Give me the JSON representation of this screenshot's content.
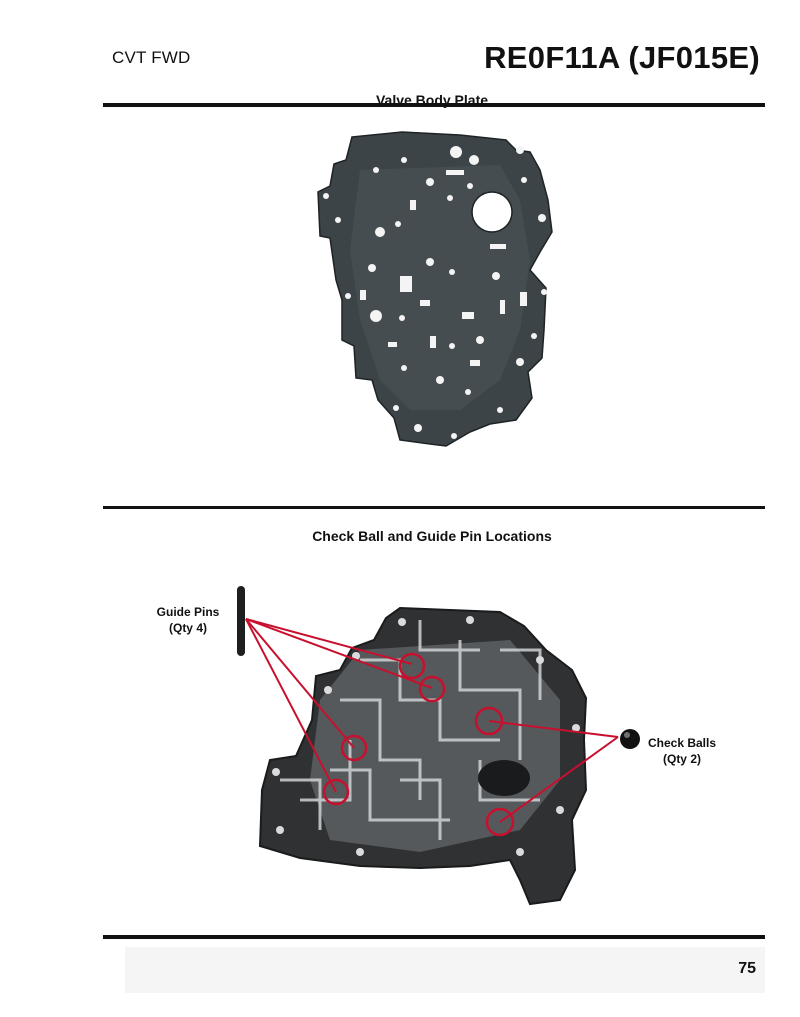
{
  "header": {
    "left_title": "CVT FWD",
    "right_title": "RE0F11A (JF015E)"
  },
  "section_plate": {
    "caption": "Valve Body Plate"
  },
  "section_locations": {
    "caption": "Check Ball and Guide Pin Locations",
    "guide_pins_label": "Guide Pins",
    "guide_pins_qty": "(Qty 4)",
    "check_balls_label": "Check Balls",
    "check_balls_qty": "(Qty 2)",
    "marker_color": "#c8102e"
  },
  "footer": {
    "page_number": "75"
  }
}
